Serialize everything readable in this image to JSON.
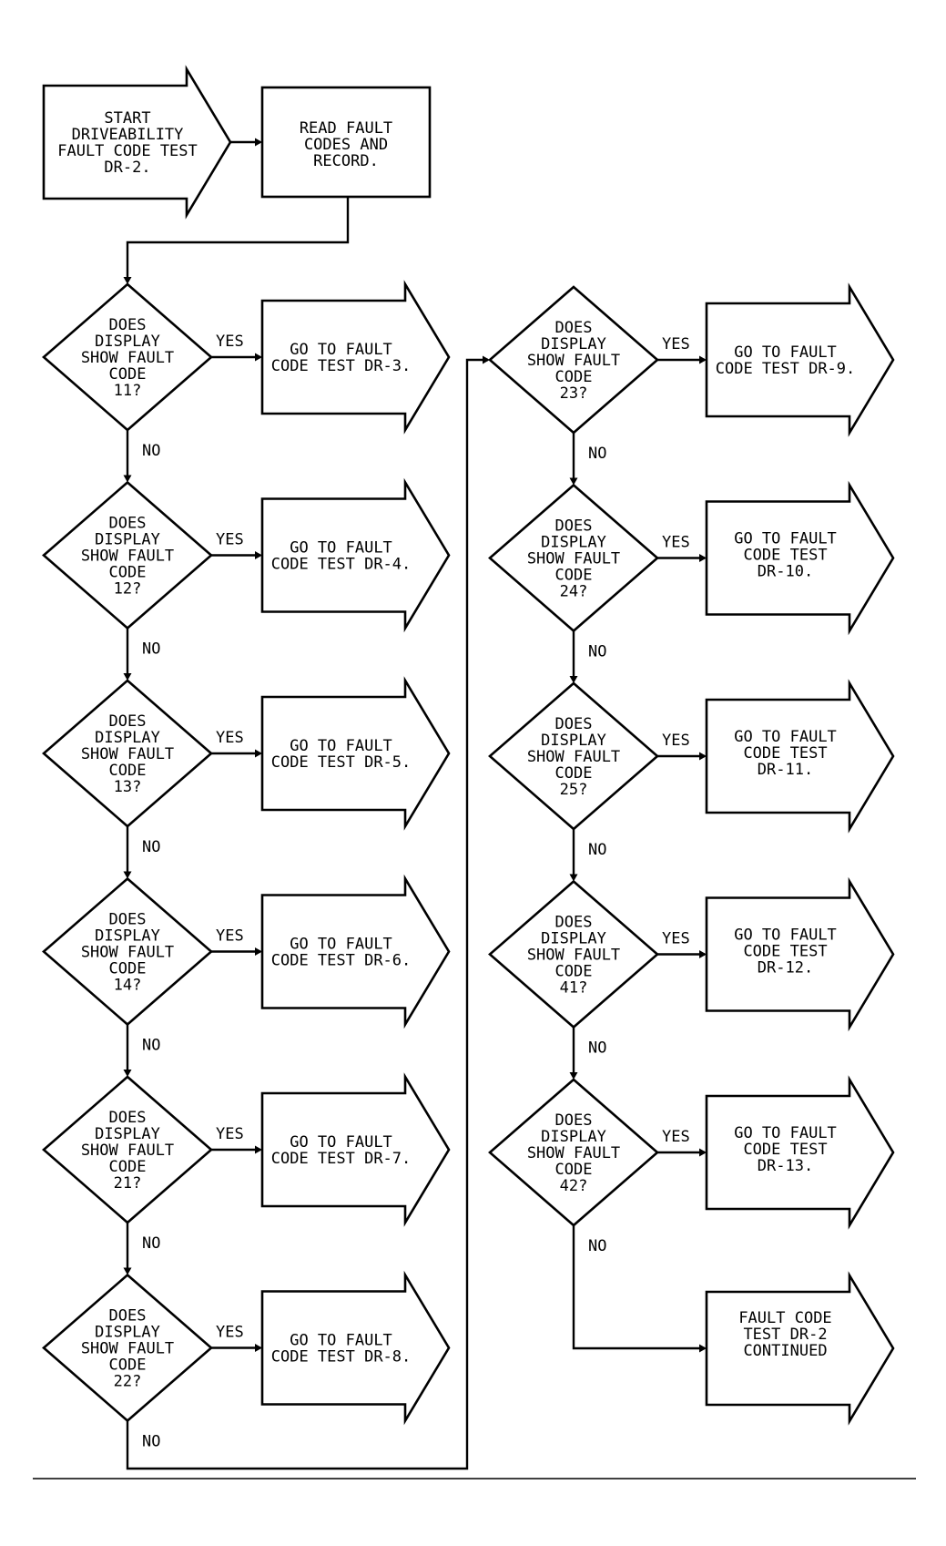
{
  "start": {
    "lines": [
      "START",
      "DRIVEABILITY",
      "FAULT CODE TEST",
      "DR-2."
    ]
  },
  "read": {
    "lines": [
      "READ FAULT",
      "CODES AND",
      "RECORD."
    ]
  },
  "labels": {
    "yes": "YES",
    "no": "NO"
  },
  "columns": [
    {
      "decisions": [
        {
          "lines": [
            "DOES",
            "DISPLAY",
            "SHOW FAULT",
            "CODE",
            "11?"
          ],
          "action": [
            "GO TO FAULT",
            "CODE TEST DR-3."
          ]
        },
        {
          "lines": [
            "DOES",
            "DISPLAY",
            "SHOW FAULT",
            "CODE",
            "12?"
          ],
          "action": [
            "GO TO FAULT",
            "CODE TEST DR-4."
          ]
        },
        {
          "lines": [
            "DOES",
            "DISPLAY",
            "SHOW FAULT",
            "CODE",
            "13?"
          ],
          "action": [
            "GO TO FAULT",
            "CODE TEST DR-5."
          ]
        },
        {
          "lines": [
            "DOES",
            "DISPLAY",
            "SHOW FAULT",
            "CODE",
            "14?"
          ],
          "action": [
            "GO TO FAULT",
            "CODE TEST DR-6."
          ]
        },
        {
          "lines": [
            "DOES",
            "DISPLAY",
            "SHOW FAULT",
            "CODE",
            "21?"
          ],
          "action": [
            "GO TO FAULT",
            "CODE TEST DR-7."
          ]
        },
        {
          "lines": [
            "DOES",
            "DISPLAY",
            "SHOW FAULT",
            "CODE",
            "22?"
          ],
          "action": [
            "GO TO FAULT",
            "CODE TEST DR-8."
          ]
        }
      ]
    },
    {
      "decisions": [
        {
          "lines": [
            "DOES",
            "DISPLAY",
            "SHOW FAULT",
            "CODE",
            "23?"
          ],
          "action": [
            "GO TO FAULT",
            "CODE TEST DR-9."
          ]
        },
        {
          "lines": [
            "DOES",
            "DISPLAY",
            "SHOW FAULT",
            "CODE",
            "24?"
          ],
          "action": [
            "GO TO FAULT",
            "CODE TEST",
            "DR-10."
          ]
        },
        {
          "lines": [
            "DOES",
            "DISPLAY",
            "SHOW FAULT",
            "CODE",
            "25?"
          ],
          "action": [
            "GO TO FAULT",
            "CODE TEST",
            "DR-11."
          ]
        },
        {
          "lines": [
            "DOES",
            "DISPLAY",
            "SHOW FAULT",
            "CODE",
            "41?"
          ],
          "action": [
            "GO TO FAULT",
            "CODE TEST",
            "DR-12."
          ]
        },
        {
          "lines": [
            "DOES",
            "DISPLAY",
            "SHOW FAULT",
            "CODE",
            "42?"
          ],
          "action": [
            "GO TO FAULT",
            "CODE TEST",
            "DR-13."
          ]
        }
      ]
    }
  ],
  "continued": {
    "lines": [
      "FAULT CODE",
      "TEST DR-2",
      "CONTINUED"
    ]
  }
}
